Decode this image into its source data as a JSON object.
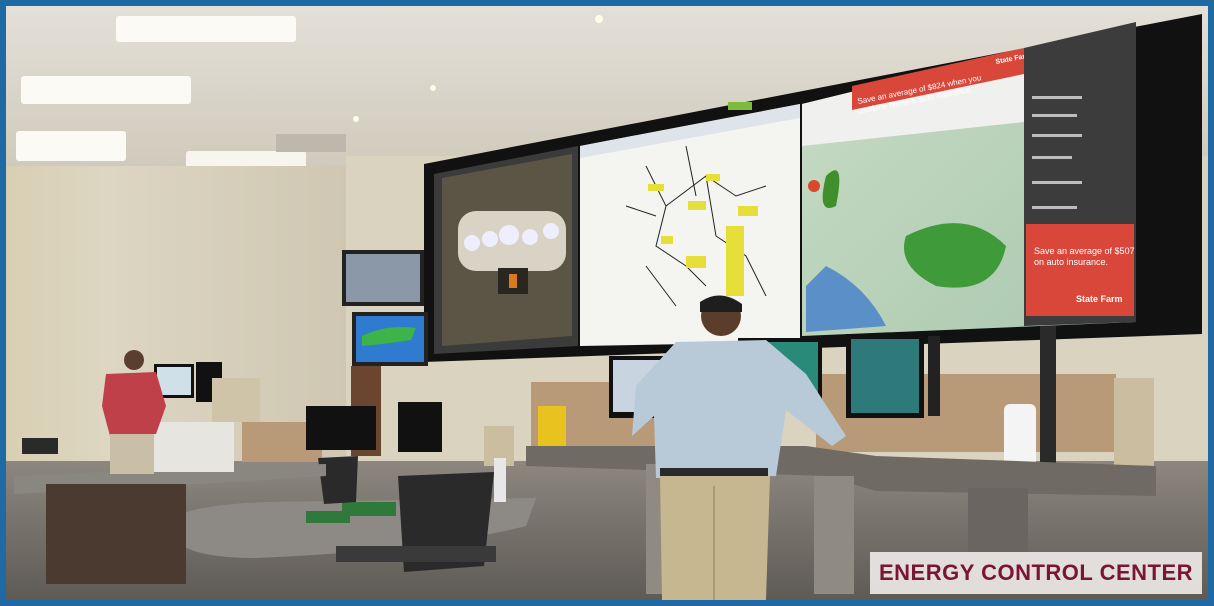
{
  "caption": {
    "text": "ENERGY CONTROL CENTER",
    "text_color": "#7a1538"
  },
  "video_wall": {
    "map_panel": {
      "ad_top": {
        "line1": "Save an average of $824 when you",
        "line2": "combine home & auto insurance."
      },
      "ad_side": {
        "line1": "Save an average of $507",
        "line2": "on auto insurance.",
        "brand": "State Farm"
      },
      "brand_top": "State Farm"
    }
  },
  "colors": {
    "frame": "#1f6aa5",
    "wall": "#d9d2bd",
    "floor": "#7f7a75",
    "ad_red": "#d8473a"
  }
}
